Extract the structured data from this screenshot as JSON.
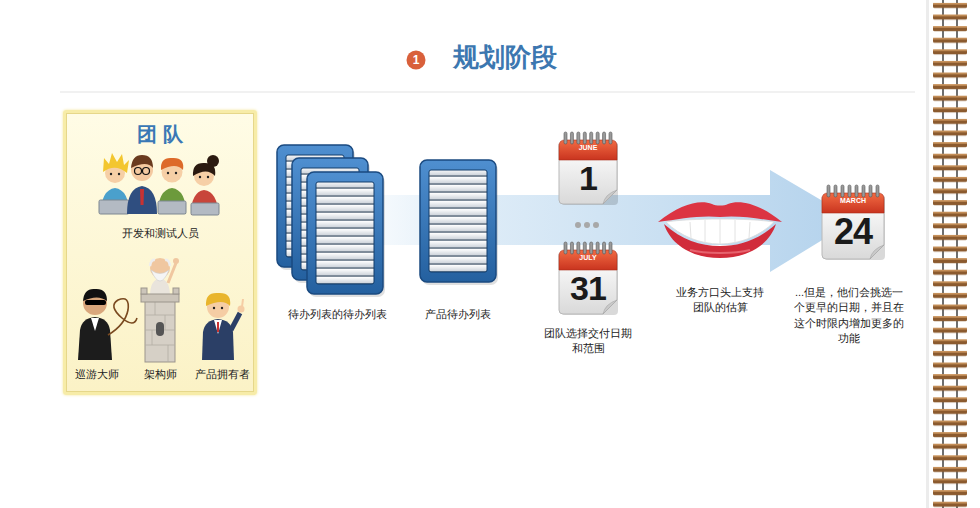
{
  "diagram": {
    "title": "规划阶段",
    "nodes": [
      {
        "text": [
          "团队"
        ]
      },
      {
        "text": [
          "JUNE",
          "1"
        ]
      },
      {
        "text": [
          "JULY",
          "31"
        ]
      },
      {
        "text": [
          "MARCH",
          "24"
        ]
      }
    ],
    "labels": [
      "1",
      "开发和测试人员",
      "巡游大师",
      "架构师",
      "产品拥有者",
      "待办列表的待办列表",
      "产品待办列表",
      "团队选择交付日期和范围",
      "业务方口头上支持团队的估算",
      "...但是，他们会挑选一个更早的日期，并且在这个时限内增加更多的功能"
    ]
  }
}
